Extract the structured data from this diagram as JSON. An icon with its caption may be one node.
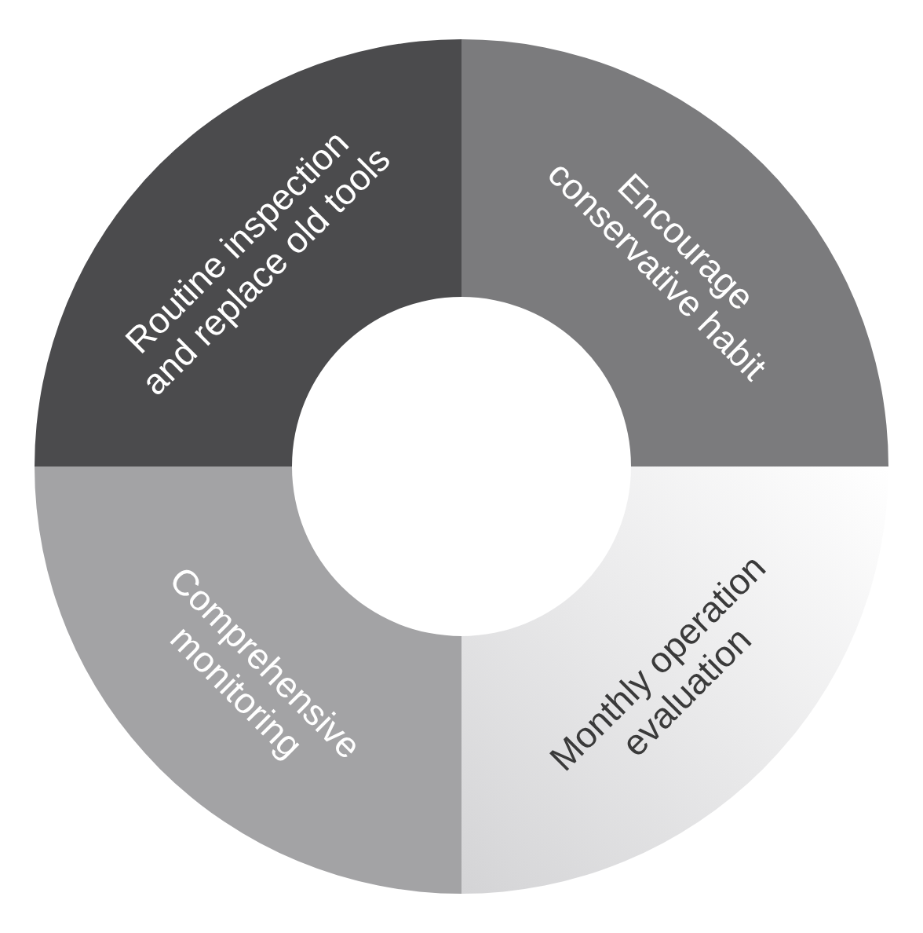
{
  "diagram": {
    "nodes": [
      {
        "text": [
          "Routine inspection and replace old tools"
        ]
      },
      {
        "text": [
          "Encourage conservative habit"
        ]
      },
      {
        "text": [
          "Comprehensive monitoring"
        ]
      },
      {
        "text": [
          "Monthly operation evaluation"
        ]
      }
    ]
  }
}
